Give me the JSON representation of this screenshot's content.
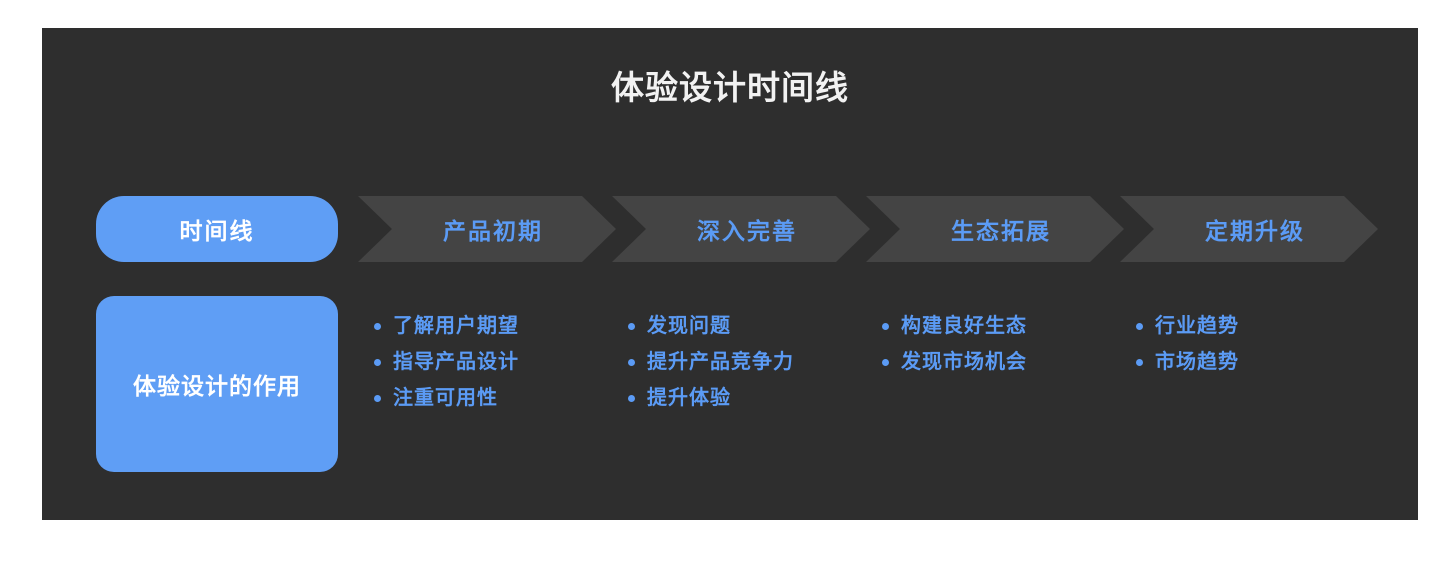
{
  "page": {
    "background": "#ffffff",
    "panel_background": "#2e2e2e",
    "accent_blue": "#5f9ef5",
    "text_blue": "#5b9bf5",
    "chevron_background": "#444444",
    "title": "体验设计时间线"
  },
  "row_labels": {
    "timeline": "时间线",
    "role": "体验设计的作用"
  },
  "stages": [
    {
      "label": "产品初期"
    },
    {
      "label": "深入完善"
    },
    {
      "label": "生态拓展"
    },
    {
      "label": "定期升级"
    }
  ],
  "columns": [
    {
      "stage": "产品初期",
      "items": [
        "了解用户期望",
        "指导产品设计",
        "注重可用性"
      ]
    },
    {
      "stage": "深入完善",
      "items": [
        "发现问题",
        "提升产品竞争力",
        "提升体验"
      ]
    },
    {
      "stage": "生态拓展",
      "items": [
        "构建良好生态",
        "发现市场机会"
      ]
    },
    {
      "stage": "定期升级",
      "items": [
        "行业趋势",
        "市场趋势"
      ]
    }
  ]
}
